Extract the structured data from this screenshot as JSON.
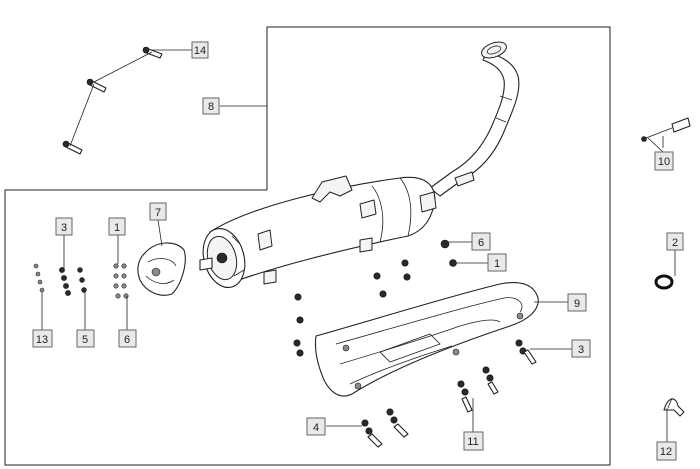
{
  "diagram": {
    "callouts": [
      {
        "id": "c14",
        "label": "14"
      },
      {
        "id": "c8",
        "label": "8"
      },
      {
        "id": "c10",
        "label": "10"
      },
      {
        "id": "c2",
        "label": "2"
      },
      {
        "id": "c7",
        "label": "7"
      },
      {
        "id": "c3a",
        "label": "3"
      },
      {
        "id": "c1a",
        "label": "1"
      },
      {
        "id": "c6a",
        "label": "6"
      },
      {
        "id": "c1b",
        "label": "1"
      },
      {
        "id": "c9",
        "label": "9"
      },
      {
        "id": "c13",
        "label": "13"
      },
      {
        "id": "c5",
        "label": "5"
      },
      {
        "id": "c6b",
        "label": "6"
      },
      {
        "id": "c3b",
        "label": "3"
      },
      {
        "id": "c4",
        "label": "4"
      },
      {
        "id": "c11",
        "label": "11"
      },
      {
        "id": "c12",
        "label": "12"
      }
    ]
  }
}
